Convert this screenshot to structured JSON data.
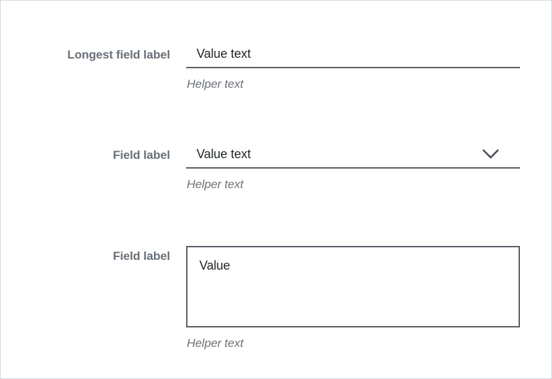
{
  "frame": {
    "background": "#ffffff",
    "border_color": "#d3d8de"
  },
  "colors": {
    "label": "#697077",
    "value": "#21272a",
    "helper": "#6d7278",
    "rule": "#5a5f66",
    "frame_border": "#d3d8de"
  },
  "fields": [
    {
      "id": "text-input",
      "label": "Longest field label",
      "value": "Value text",
      "helper": "Helper text",
      "type": "text",
      "icon": ""
    },
    {
      "id": "select-input",
      "label": "Field label",
      "value": "Value text",
      "helper": "Helper text",
      "type": "select",
      "icon": "chevron-down-icon"
    },
    {
      "id": "textarea-input",
      "label": "Field label",
      "value": "Value",
      "helper": "Helper text",
      "type": "textarea",
      "icon": ""
    }
  ]
}
